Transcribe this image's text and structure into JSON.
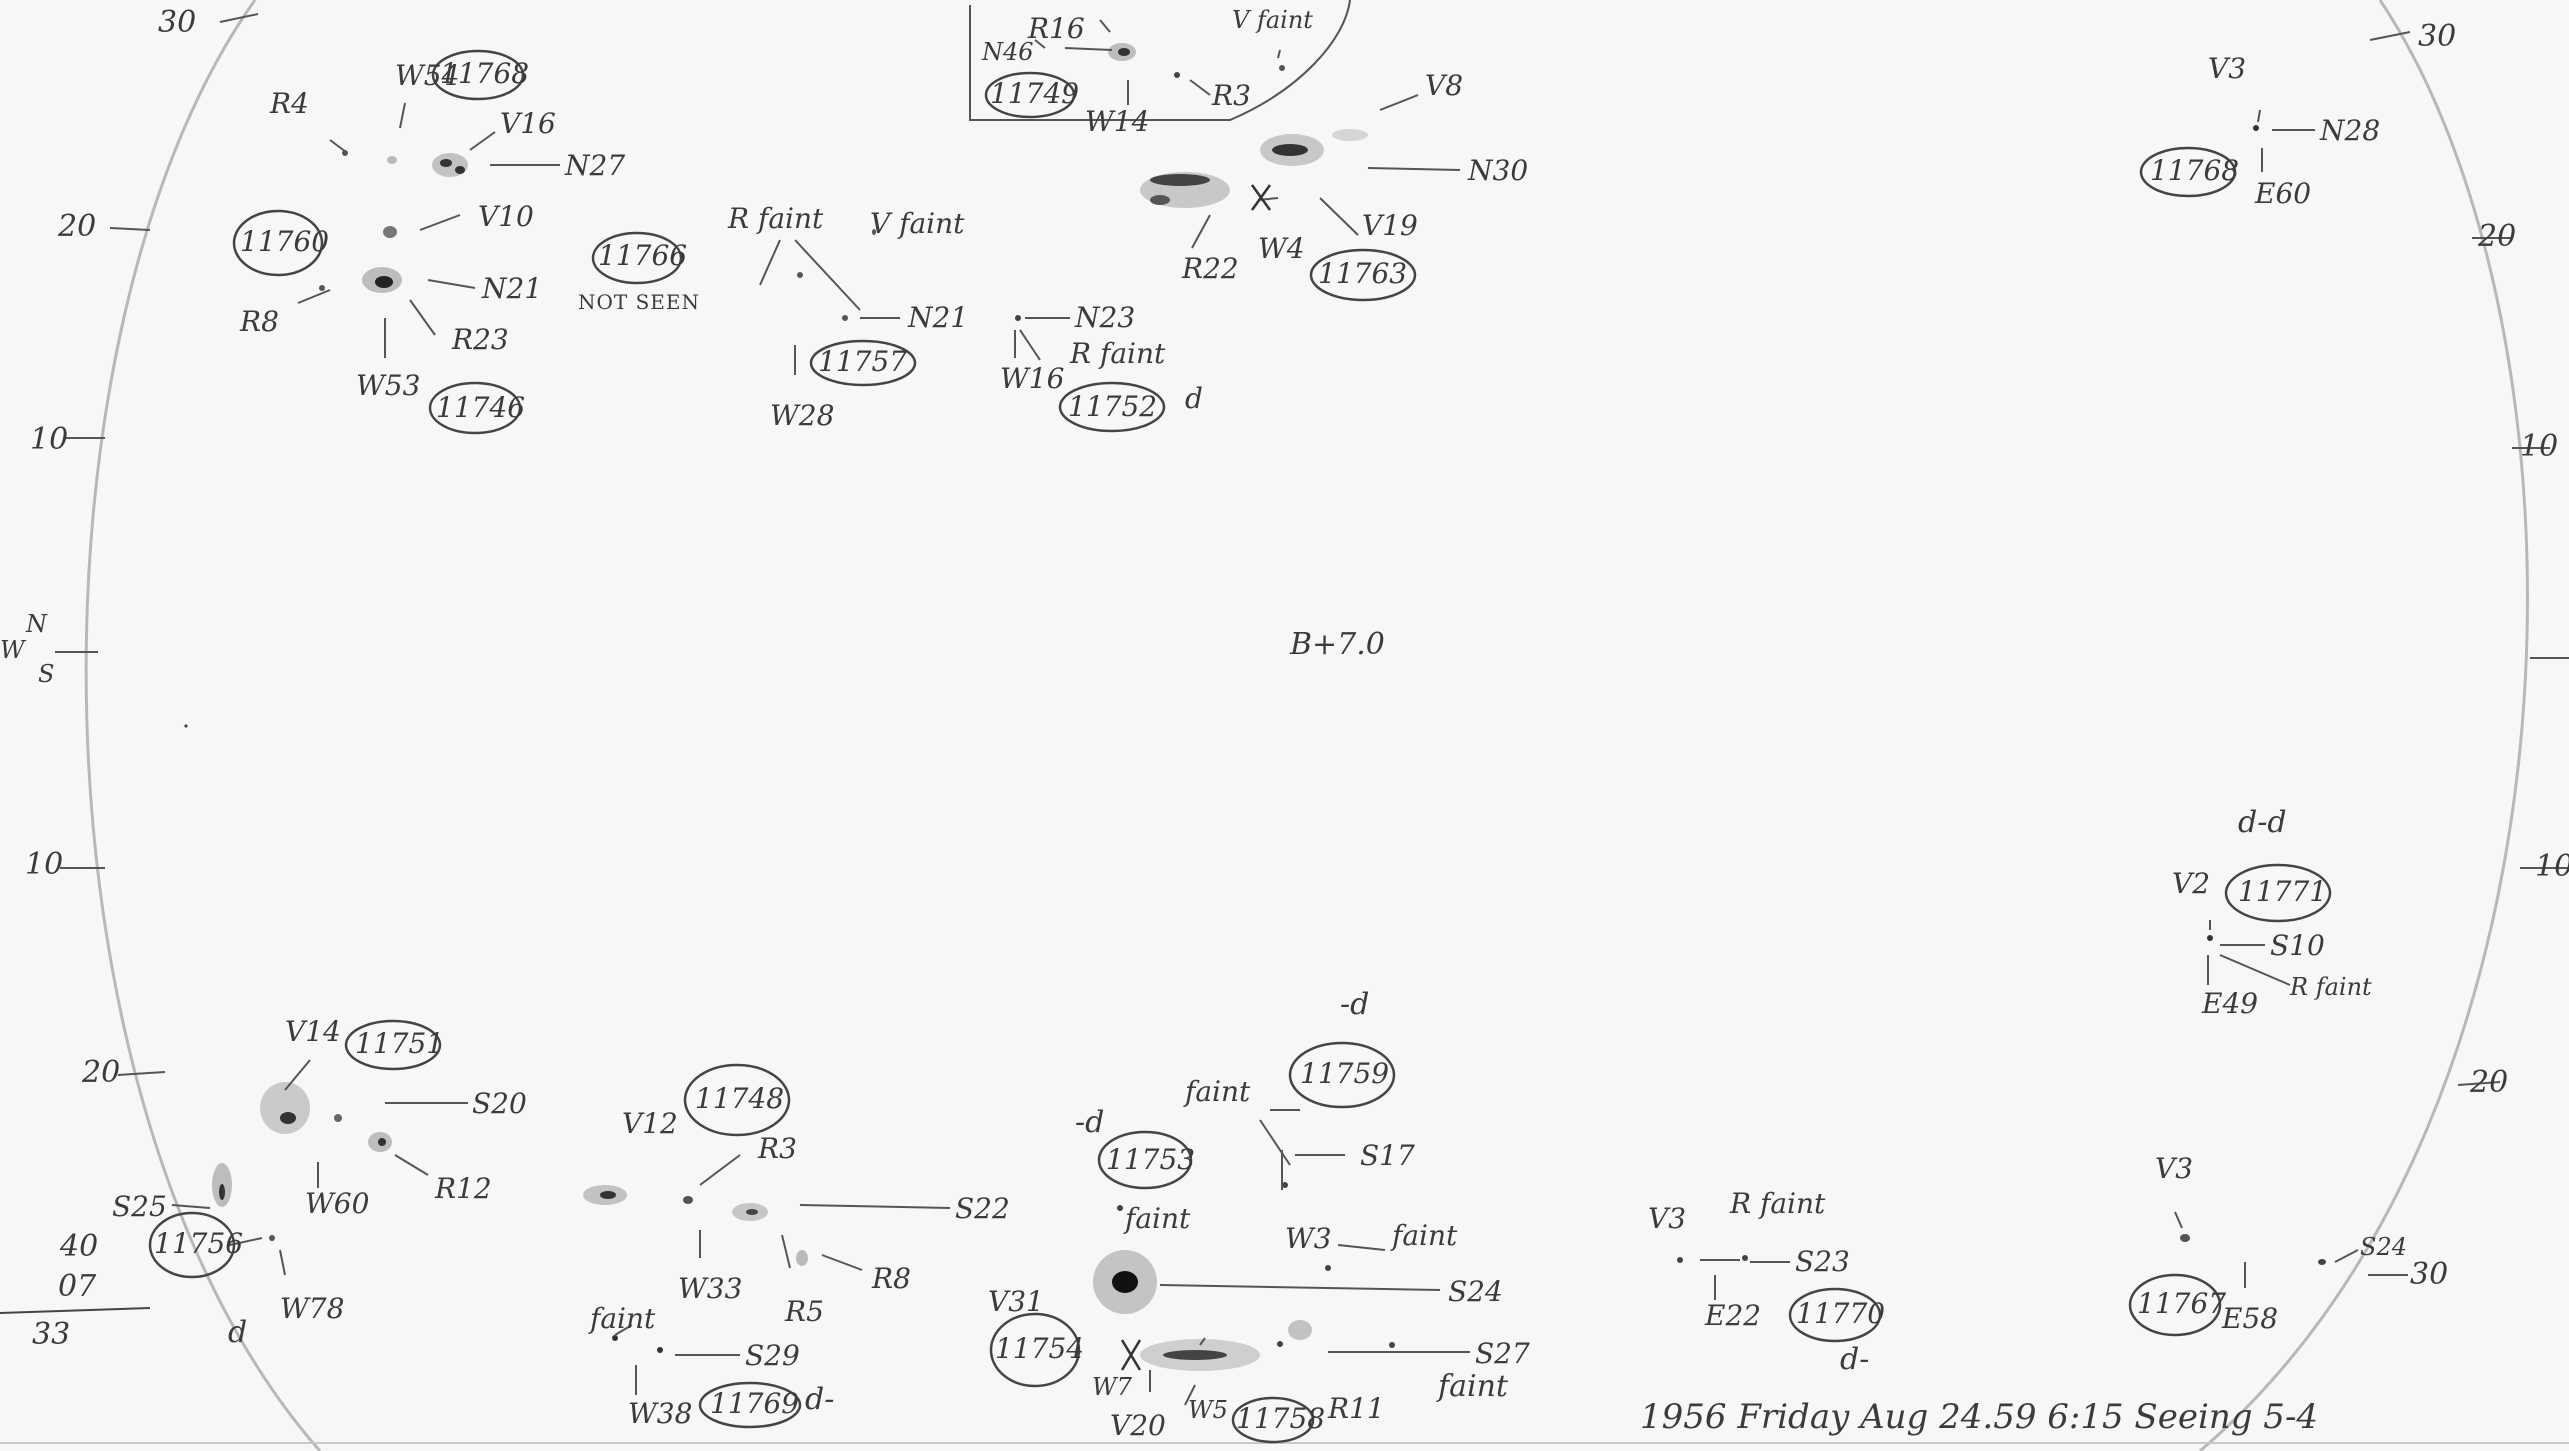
{
  "limb_ticks": {
    "n30_left": "30",
    "n20_left": "20",
    "n10_left": "10",
    "s10_left": "10",
    "s20_left": "20",
    "n30_right": "30",
    "n20_right": "20",
    "n10_right": "10",
    "s10_right": "10",
    "s20_right": "20",
    "s30_right": "30"
  },
  "equator_mark": {
    "north": "N",
    "west": "W",
    "south": "S"
  },
  "center_mark": "B+7.0",
  "corner_notes": {
    "line1": "40",
    "line2": "07",
    "line3": "33"
  },
  "footer_note": "1956 Friday Aug 24.59 6:15 Seeing 5-4",
  "groups": [
    {
      "id": "11746",
      "labels": [
        "R8",
        "R23",
        "W53",
        "N21"
      ]
    },
    {
      "id": "11760",
      "labels": [
        "R4",
        "V10"
      ]
    },
    {
      "id": "11768",
      "labels": [
        "W54",
        "V16",
        "N27"
      ]
    },
    {
      "id": "11766",
      "labels": [
        "NOT SEEN"
      ]
    },
    {
      "id": "11757",
      "labels": [
        "R faint",
        "V faint",
        "W28",
        "N21"
      ]
    },
    {
      "id": "11749",
      "labels": [
        "N46",
        "R16",
        "W14",
        "R3",
        "V faint"
      ]
    },
    {
      "id": "11752",
      "labels": [
        "N23",
        "R faint",
        "W16",
        "d"
      ]
    },
    {
      "id": "11763",
      "labels": [
        "V8",
        "N30",
        "R22",
        "W4",
        "V19"
      ]
    },
    {
      "id": "11768",
      "labels": [
        "V3",
        "N28",
        "E60"
      ]
    },
    {
      "id": "11771",
      "labels": [
        "d-d",
        "V2",
        "S10",
        "E49",
        "R faint"
      ]
    },
    {
      "id": "11751",
      "labels": [
        "V14",
        "S20",
        "W60",
        "R12"
      ]
    },
    {
      "id": "11756",
      "labels": [
        "S25",
        "W78",
        "d"
      ]
    },
    {
      "id": "11748",
      "labels": [
        "V12",
        "R3",
        "S22",
        "W33",
        "R5",
        "R8"
      ]
    },
    {
      "id": "11769",
      "labels": [
        "faint",
        "S29",
        "W38",
        "d-"
      ]
    },
    {
      "id": "11753",
      "labels": [
        "-d",
        "faint"
      ]
    },
    {
      "id": "11759",
      "labels": [
        "-d",
        "faint",
        "S17",
        "W3",
        "faint",
        "S24"
      ]
    },
    {
      "id": "11754",
      "labels": [
        "V31"
      ]
    },
    {
      "id": "11758",
      "labels": [
        "W7",
        "W5",
        "V20",
        "R11",
        "S27",
        "faint"
      ]
    },
    {
      "id": "11770",
      "labels": [
        "V3",
        "R faint",
        "S23",
        "E22",
        "d-"
      ]
    },
    {
      "id": "11767",
      "labels": [
        "V3",
        "S24",
        "E58",
        "30"
      ]
    }
  ],
  "colors": {
    "paper": "#f7f7f5",
    "ink": "#3b3b3b",
    "limb": "#b8b8b8",
    "spot": "#222222"
  }
}
